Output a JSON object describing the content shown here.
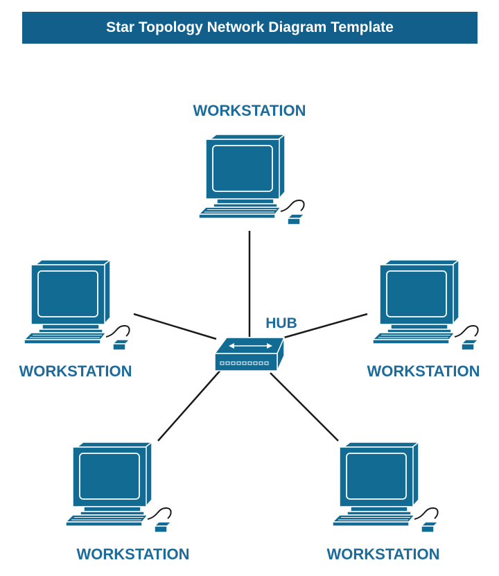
{
  "title": "Star Topology Network Diagram Template",
  "hub": {
    "label": "HUB",
    "icon": "network-hub-icon"
  },
  "workstations": [
    {
      "id": "top",
      "label": "WORKSTATION",
      "icon": "desktop-computer-icon"
    },
    {
      "id": "left",
      "label": "WORKSTATION",
      "icon": "desktop-computer-icon"
    },
    {
      "id": "right",
      "label": "WORKSTATION",
      "icon": "desktop-computer-icon"
    },
    {
      "id": "bottom-left",
      "label": "WORKSTATION",
      "icon": "desktop-computer-icon"
    },
    {
      "id": "bottom-right",
      "label": "WORKSTATION",
      "icon": "desktop-computer-icon"
    }
  ],
  "colors": {
    "title_bar": "#125f8c",
    "title_text": "#ffffff",
    "device_fill": "#126b93",
    "device_stroke": "#ffffff",
    "label": "#1c6b9a",
    "connector": "#1a1a1a"
  }
}
